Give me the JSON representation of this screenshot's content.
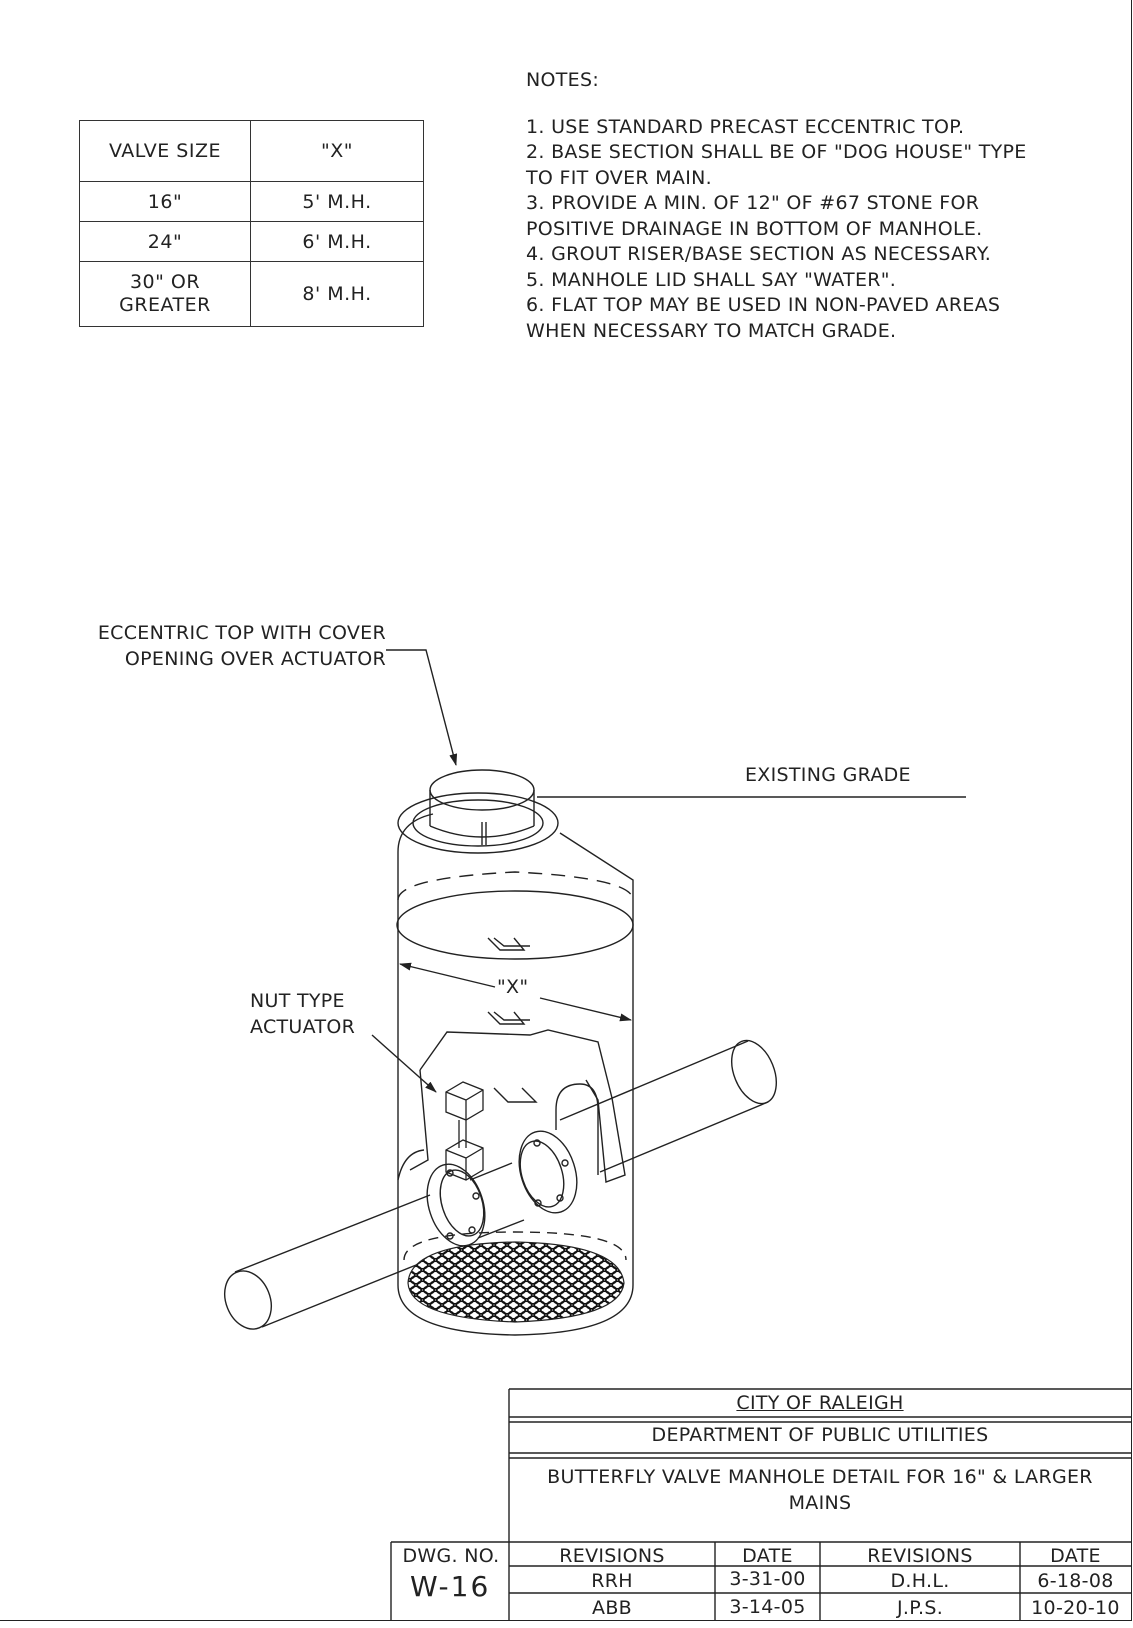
{
  "valve_table": {
    "headers": [
      "VALVE SIZE",
      "\"X\""
    ],
    "rows": [
      [
        "16\"",
        "5' M.H."
      ],
      [
        "24\"",
        "6' M.H."
      ],
      [
        "30\" OR",
        "8' M.H."
      ]
    ],
    "row3_line2": "GREATER"
  },
  "notes": {
    "title": "NOTES:",
    "lines": [
      "1. USE STANDARD PRECAST ECCENTRIC  TOP.",
      "2. BASE SECTION SHALL BE OF \"DOG HOUSE\" TYPE",
      "TO FIT OVER MAIN.",
      "3. PROVIDE A MIN. OF 12\" OF #67 STONE FOR",
      "POSITIVE DRAINAGE IN BOTTOM OF MANHOLE.",
      "4. GROUT RISER/BASE SECTION AS NECESSARY.",
      "5. MANHOLE LID SHALL SAY \"WATER\".",
      "6. FLAT TOP MAY BE USED IN NON-PAVED AREAS",
      "WHEN NECESSARY TO MATCH GRADE."
    ]
  },
  "callouts": {
    "eccentric_top_1": "ECCENTRIC TOP WITH COVER",
    "eccentric_top_2": "OPENING OVER ACTUATOR",
    "existing_grade": "EXISTING GRADE",
    "nut_type_1": "NUT TYPE",
    "nut_type_2": "ACTUATOR",
    "dimension_x": "\"X\""
  },
  "title_block": {
    "city": "CITY OF RALEIGH",
    "department": "DEPARTMENT OF PUBLIC UTILITIES",
    "title_line1": "BUTTERFLY VALVE MANHOLE DETAIL FOR 16\" & LARGER",
    "title_line2": "MAINS",
    "dwg_no_label": "DWG. NO.",
    "dwg_no": "W-16",
    "col_revisions": "REVISIONS",
    "col_date": "DATE",
    "revisions": [
      {
        "by1": "RRH",
        "date1": "3-31-00",
        "by2": "D.H.L.",
        "date2": "6-18-08"
      },
      {
        "by1": "ABB",
        "date1": "3-14-05",
        "by2": "J.P.S.",
        "date2": "10-20-10"
      }
    ]
  }
}
